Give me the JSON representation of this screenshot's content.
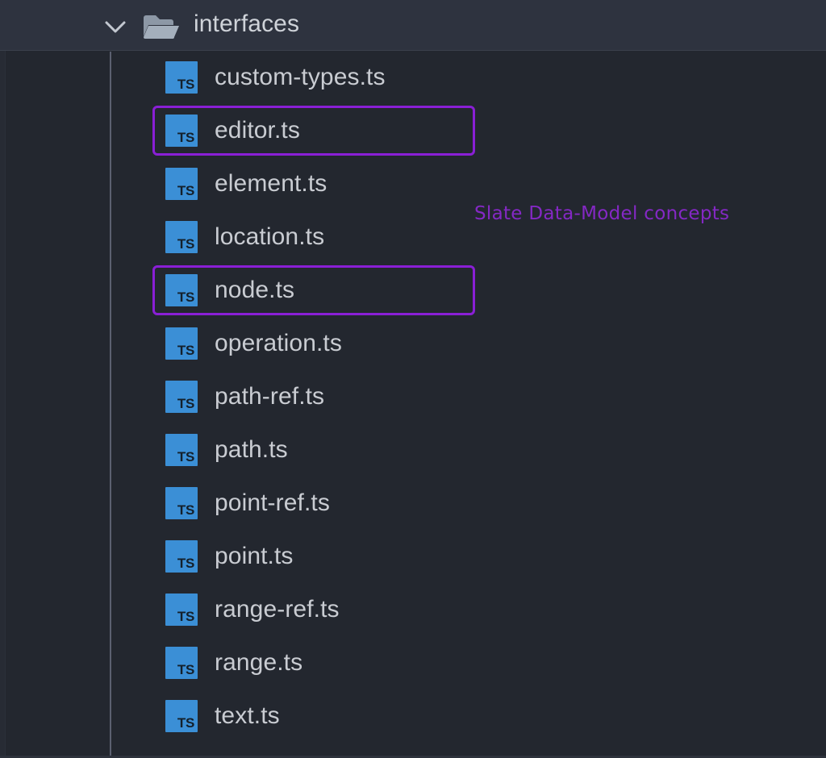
{
  "header": {
    "folder_name": "interfaces",
    "chevron_icon": "chevron-down-icon",
    "folder_icon": "folder-open-icon",
    "expanded": true
  },
  "colors": {
    "header_background": "#2e333f",
    "panel_background": "#23272f",
    "file_text": "#c9ccd2",
    "ts_icon_background": "#3b8fd6",
    "ts_icon_text": "#14202b",
    "highlight_border": "#8a1fd6",
    "annotation_text": "#8428c4",
    "indent_guide": "#5b6070"
  },
  "file_tree": {
    "items": [
      {
        "name": "custom-types.ts",
        "icon": "typescript-file-icon",
        "icon_label": "TS",
        "highlighted": false
      },
      {
        "name": "editor.ts",
        "icon": "typescript-file-icon",
        "icon_label": "TS",
        "highlighted": true
      },
      {
        "name": "element.ts",
        "icon": "typescript-file-icon",
        "icon_label": "TS",
        "highlighted": false
      },
      {
        "name": "location.ts",
        "icon": "typescript-file-icon",
        "icon_label": "TS",
        "highlighted": false
      },
      {
        "name": "node.ts",
        "icon": "typescript-file-icon",
        "icon_label": "TS",
        "highlighted": true
      },
      {
        "name": "operation.ts",
        "icon": "typescript-file-icon",
        "icon_label": "TS",
        "highlighted": false
      },
      {
        "name": "path-ref.ts",
        "icon": "typescript-file-icon",
        "icon_label": "TS",
        "highlighted": false
      },
      {
        "name": "path.ts",
        "icon": "typescript-file-icon",
        "icon_label": "TS",
        "highlighted": false
      },
      {
        "name": "point-ref.ts",
        "icon": "typescript-file-icon",
        "icon_label": "TS",
        "highlighted": false
      },
      {
        "name": "point.ts",
        "icon": "typescript-file-icon",
        "icon_label": "TS",
        "highlighted": false
      },
      {
        "name": "range-ref.ts",
        "icon": "typescript-file-icon",
        "icon_label": "TS",
        "highlighted": false
      },
      {
        "name": "range.ts",
        "icon": "typescript-file-icon",
        "icon_label": "TS",
        "highlighted": false
      },
      {
        "name": "text.ts",
        "icon": "typescript-file-icon",
        "icon_label": "TS",
        "highlighted": false
      }
    ]
  },
  "annotation": {
    "text": "Slate Data-Model concepts"
  }
}
